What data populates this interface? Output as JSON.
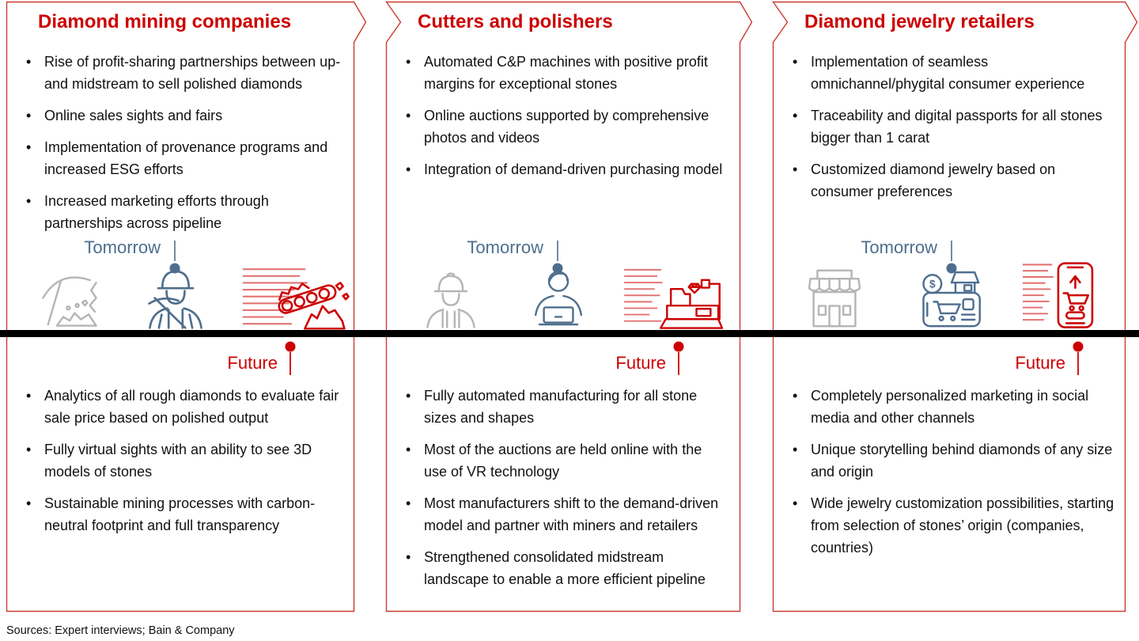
{
  "colors": {
    "accent_red": "#cc0000",
    "panel_border_red": "#cc3a30",
    "slate_blue": "#4e6e8e",
    "icon_gray": "#b5b5b5",
    "timeline_black": "#000000"
  },
  "sources_note": "Sources: Expert interviews; Bain & Company",
  "panels": [
    {
      "title": "Diamond mining companies",
      "tomorrow_label": "Tomorrow",
      "future_label": "Future",
      "icons": [
        "pickaxe-icon",
        "miner-worker-icon",
        "accelerated-mining-plant-icon"
      ],
      "tomorrow_bullets": [
        "Rise of profit-sharing partnerships between up- and midstream to sell polished diamonds",
        "Online sales sights and fairs",
        "Implementation of provenance programs and increased ESG efforts",
        "Increased marketing efforts through partnerships across pipeline"
      ],
      "future_bullets": [
        "Analytics of all rough diamonds to evaluate fair sale price based on polished output",
        "Fully virtual sights with an ability to see 3D models of stones",
        "Sustainable mining processes with carbon-neutral footprint and full transparency"
      ]
    },
    {
      "title": "Cutters and polishers",
      "tomorrow_label": "Tomorrow",
      "future_label": "Future",
      "icons": [
        "manual-cutter-icon",
        "laptop-operator-icon",
        "automated-cutting-machine-icon"
      ],
      "tomorrow_bullets": [
        "Automated C&P machines with positive profit margins for exceptional stones",
        "Online auctions supported by comprehensive photos and videos",
        "Integration of demand-driven purchasing model"
      ],
      "future_bullets": [
        "Fully automated manufacturing for all stone sizes and shapes",
        "Most of the auctions are held online with the use of VR technology",
        "Most manufacturers shift to the demand-driven model and partner with miners and retailers",
        "Strengthened consolidated midstream landscape to enable a more efficient pipeline"
      ]
    },
    {
      "title": "Diamond jewelry retailers",
      "tomorrow_label": "Tomorrow",
      "future_label": "Future",
      "icons": [
        "storefront-icon",
        "omnichannel-commerce-icon",
        "mobile-shopping-icon"
      ],
      "tomorrow_bullets": [
        "Implementation of seamless omnichannel/phygital consumer experience",
        "Traceability and digital passports for all stones bigger than 1 carat",
        "Customized diamond jewelry based on consumer preferences"
      ],
      "future_bullets": [
        "Completely personalized marketing in social media and other channels",
        "Unique storytelling behind diamonds of any size and origin",
        "Wide jewelry customization possibilities, starting from selection of stones’ origin (companies, countries)"
      ]
    }
  ]
}
